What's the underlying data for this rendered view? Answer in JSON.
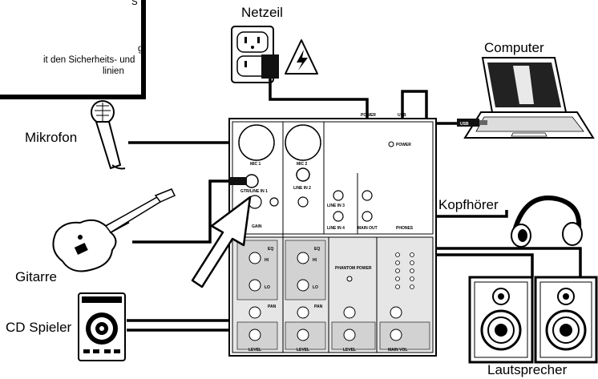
{
  "note": {
    "line1": "S",
    "line2": "g",
    "line3": "it den Sicherheits- und",
    "line4": "linien"
  },
  "labels": {
    "power_supply": "Netzeil",
    "computer": "Computer",
    "microphone": "Mikrofon",
    "headphones": "Kopfhörer",
    "guitar": "Gitarre",
    "cd_player": "CD Spieler",
    "speakers": "Lautsprecher"
  },
  "mixer": {
    "power_jack": "POWER",
    "usb_jack": "USB",
    "power_led": "POWER",
    "mic1": "MIC 1",
    "mic2": "MIC 2",
    "gtr_line_in1": "GTR/LINE IN 1",
    "line_in2": "LINE IN 2",
    "line_in3": "LINE IN 3",
    "line_in4": "LINE IN 4",
    "main_out": "MAIN OUT",
    "phones": "PHONES",
    "gain": "GAIN",
    "eq": "EQ",
    "hi": "HI",
    "lo": "LO",
    "pan": "PAN",
    "level": "LEVEL",
    "main_vol": "MAIN VOL",
    "phantom_power": "PHANTOM POWER",
    "usb_tag": "USB"
  },
  "icons": [
    "outlet-icon",
    "high-voltage-icon",
    "laptop-icon",
    "usb-plug-icon",
    "microphone-icon",
    "guitar-icon",
    "cd-player-icon",
    "headphones-icon",
    "speaker-icon",
    "arrow-icon"
  ]
}
